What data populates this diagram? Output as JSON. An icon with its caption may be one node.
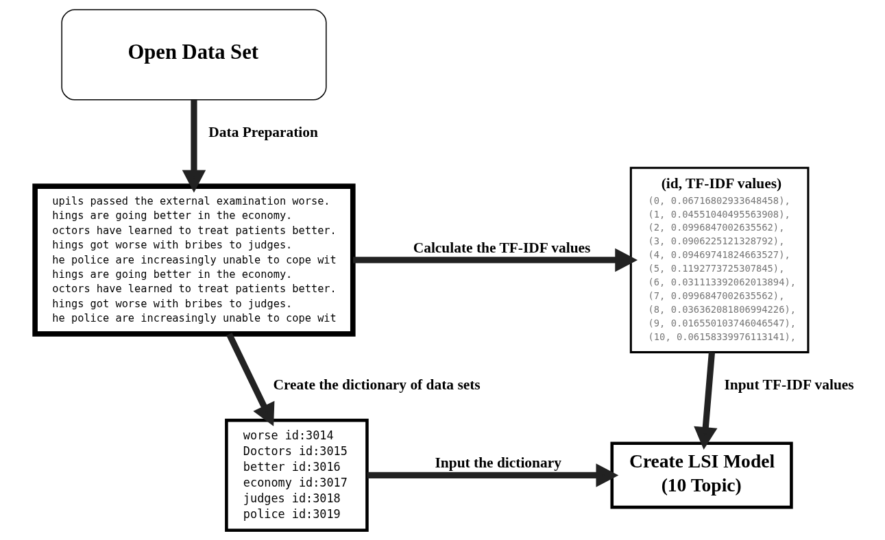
{
  "diagram": {
    "nodes": [
      {
        "text": [
          "Open Data Set"
        ]
      },
      {
        "text": [
          "upils passed the external examination worse.",
          "hings are going better in the economy.",
          "octors have learned to treat patients better.",
          "hings got worse with bribes to judges.",
          "he police are increasingly unable to cope wit",
          "hings are going better in the economy.",
          "octors have learned to treat patients better.",
          "hings got worse with bribes to judges.",
          "he police are increasingly unable to cope wit"
        ]
      },
      {
        "text": [
          "worse id:3014",
          "Doctors id:3015",
          "better id:3016",
          "economy id:3017",
          "judges id:3018",
          "police id:3019"
        ]
      },
      {
        "text": [
          "(id, TF-IDF values)",
          "(0, 0.06716802933648458),",
          "(1, 0.04551040495563908),",
          "(2, 0.0996847002635562),",
          "(3, 0.0906225121328792),",
          "(4, 0.09469741824663527),",
          "(5, 0.1192773725307845),",
          "(6, 0.031113392062013894),",
          "(7, 0.0996847002635562),",
          "(8, 0.036362081806994226),",
          "(9, 0.016550103746046547),",
          "(10, 0.06158339976113141),"
        ]
      },
      {
        "text": [
          "Create LSI Model",
          "(10 Topic)"
        ]
      }
    ],
    "edges": [
      {
        "from": 0,
        "to": 1,
        "arrow": "to",
        "label": "Data Preparation"
      },
      {
        "from": 1,
        "to": 2,
        "arrow": "to",
        "label": "Create the dictionary of data sets"
      },
      {
        "from": 1,
        "to": 3,
        "arrow": "to",
        "label": "Calculate the TF-IDF values"
      },
      {
        "from": 3,
        "to": 4,
        "arrow": "to",
        "label": "Input TF-IDF values"
      },
      {
        "from": 2,
        "to": 4,
        "arrow": "to",
        "label": "Input the dictionary"
      }
    ]
  }
}
